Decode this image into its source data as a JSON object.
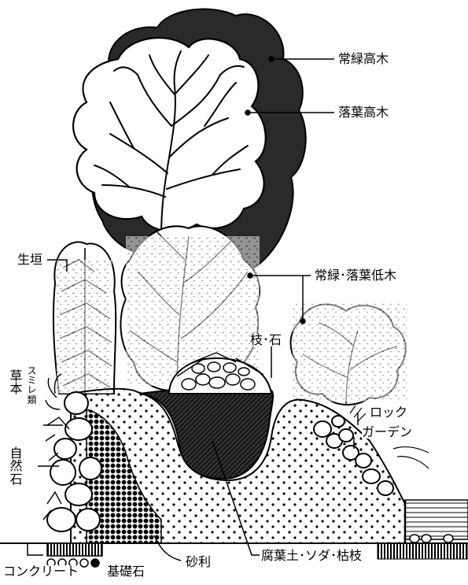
{
  "labels": {
    "evergreen_tall": "常緑高木",
    "deciduous_tall": "落葉高木",
    "evergreen_deciduous_shrub": "常緑･落葉低木",
    "hedge": "生垣",
    "branch_stone": "枝･石",
    "grass_main": "草本",
    "grass_sub": "スミレ類",
    "rock_garden_line1": "ロック",
    "rock_garden_line2": "ガーデン",
    "natural_stone": "自然石",
    "gravel": "砂利",
    "humus": "腐葉土･ソダ･枯枝",
    "concrete": "コンクリート",
    "foundation_stone": "基礎石"
  },
  "colors": {
    "ink": "#000000",
    "evergreen_fill": "#2a2a2a",
    "paper": "#ffffff"
  }
}
